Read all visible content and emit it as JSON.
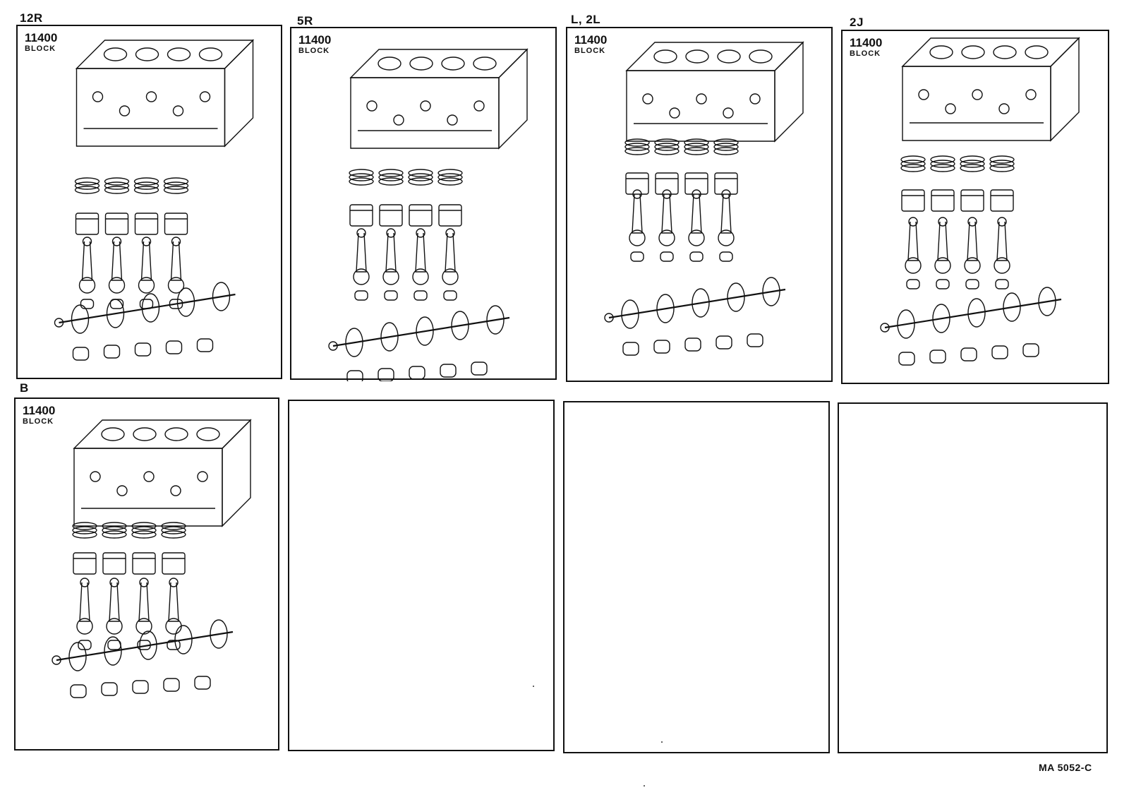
{
  "engines": [
    "12R",
    "5R",
    "L, 2L",
    "2J",
    "B"
  ],
  "panels": [
    {
      "engine": "12R",
      "part_no": "11400",
      "part_name": "BLOCK"
    },
    {
      "engine": "5R",
      "part_no": "11400",
      "part_name": "BLOCK"
    },
    {
      "engine": "L, 2L",
      "part_no": "11400",
      "part_name": "BLOCK"
    },
    {
      "engine": "2J",
      "part_no": "11400",
      "part_name": "BLOCK"
    },
    {
      "engine": "B",
      "part_no": "11400",
      "part_name": "BLOCK"
    }
  ],
  "empty_panels": 3,
  "sheet_code": "MA  5052-C",
  "line_color": "#111111"
}
